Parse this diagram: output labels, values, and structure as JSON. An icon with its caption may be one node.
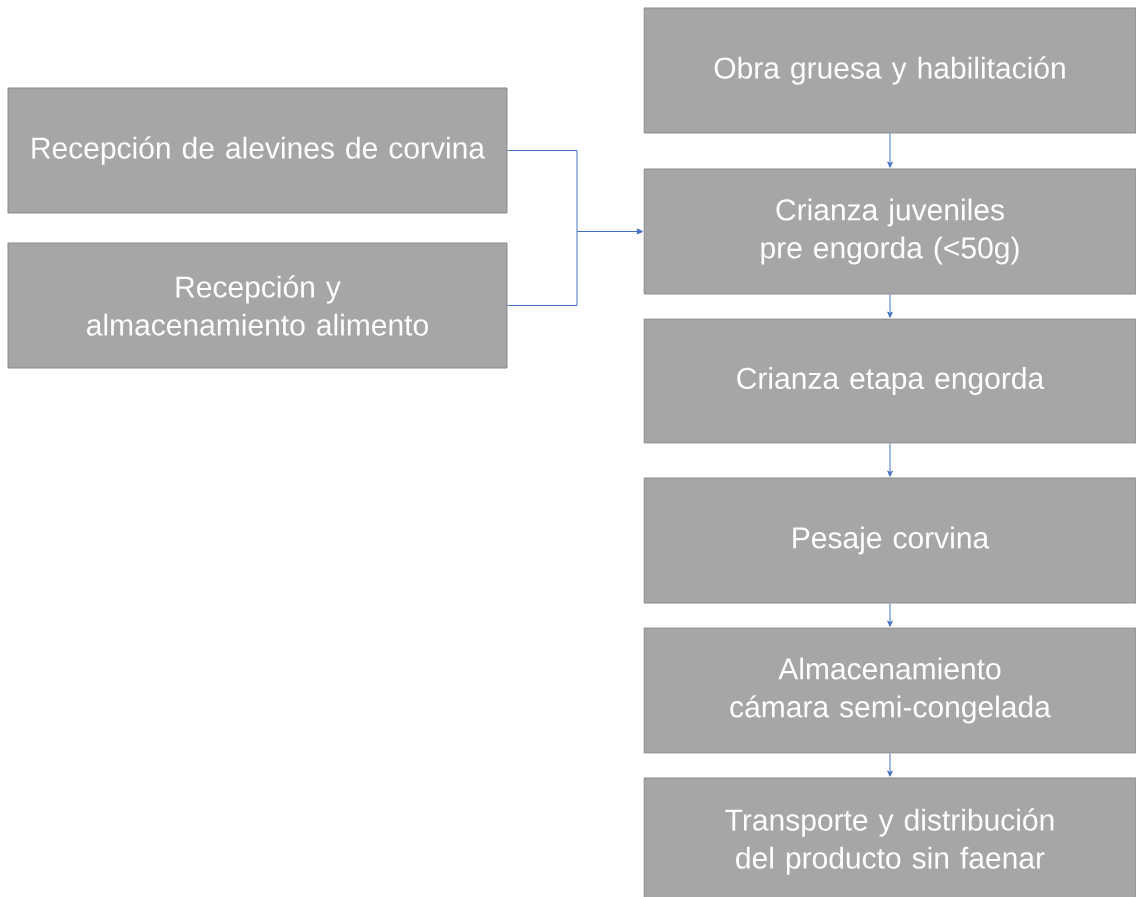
{
  "diagram": {
    "nodes": [
      {
        "text": [
          "Recepción de alevines de corvina"
        ]
      },
      {
        "text": [
          "Recepción y almacenamiento alimento"
        ]
      },
      {
        "text": [
          "Obra gruesa y habilitación"
        ]
      },
      {
        "text": [
          "Crianza juveniles pre engorda (<50g)"
        ]
      },
      {
        "text": [
          "Crianza etapa engorda"
        ]
      },
      {
        "text": [
          "Pesaje corvina"
        ]
      },
      {
        "text": [
          "Almacenamiento cámara semi-congelada"
        ]
      },
      {
        "text": [
          "Transporte y distribución del producto sin faenar"
        ]
      }
    ],
    "edges": [
      {
        "from": 0,
        "to": 3,
        "arrow": "to"
      },
      {
        "from": 1,
        "to": 3,
        "arrow": "to"
      },
      {
        "from": 2,
        "to": 3,
        "arrow": "to"
      },
      {
        "from": 3,
        "to": 4,
        "arrow": "to"
      },
      {
        "from": 4,
        "to": 5,
        "arrow": "to"
      },
      {
        "from": 5,
        "to": 6,
        "arrow": "to"
      },
      {
        "from": 6,
        "to": 7,
        "arrow": "to"
      }
    ]
  }
}
